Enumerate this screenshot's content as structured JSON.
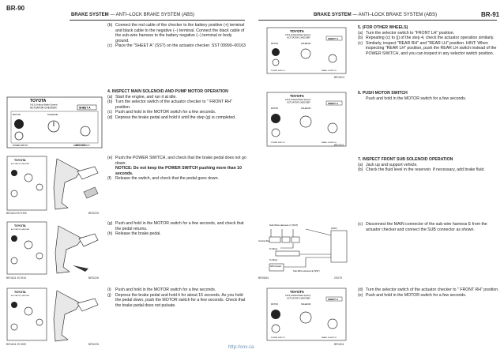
{
  "left": {
    "page_number": "BR-90",
    "header_a": "BRAKE SYSTEM",
    "header_b": " — ANTI–LOCK BRAKE SYSTEM (ABS)",
    "block1": [
      {
        "label": "(b)",
        "text": "Connect the red cable of the checker to the battery positive (+) terminal and black cable to the negative (−) terminal. Connect the black cable of the sub-wire harness to the battery negative (−) terminal or body ground."
      },
      {
        "label": "(c)",
        "text": "Place the \"SHEET A\" (SST) on the actuator checker. SST 09990–00163"
      }
    ],
    "step4_title": "4.  INSPECT MAIN SOLENOID AND PUMP MOTOR OPERATION",
    "step4": [
      {
        "label": "(a)",
        "text": "Start the engine, and run it at idle."
      },
      {
        "label": "(b)",
        "text": "Turn the selector switch of the actuator checker to \" FRONT RH\" position."
      },
      {
        "label": "(c)",
        "text": "Push and hold in the MOTOR switch for a few seconds."
      },
      {
        "label": "(d)",
        "text": "Depress the brake pedal and hold it until the step (g) is completed."
      }
    ],
    "block3": [
      {
        "label": "(e)",
        "text": "Push the POWER SWITCH, and check that the brake pedal does not go down."
      },
      {
        "label": "",
        "text": "NOTICE: Do not keep the POWER SWITCH pushing more than 10 seconds.",
        "note": true
      },
      {
        "label": "(f)",
        "text": "Release the switch, and check that the pedal goes down."
      }
    ],
    "block4": [
      {
        "label": "(g)",
        "text": "Push and hold in the MOTOR switch for a few seconds, and check that the pedal returns."
      },
      {
        "label": "(h)",
        "text": "Release the brake pedal."
      }
    ],
    "block5": [
      {
        "label": "(i)",
        "text": "Push and hold in the MOTOR switch for a few seconds."
      },
      {
        "label": "(j)",
        "text": "Depress the brake pedal and hold it for about 15 seconds. As you hold the pedal down, push the MOTOR switch for a few seconds. Check that the brake pedal does not pulsate."
      }
    ],
    "fig_codes": [
      "BR1811",
      "BR1813 ECH09",
      "BR0225",
      "BR1811 ECH10",
      "BR0226",
      "BR1811 ECH09",
      "BR0225"
    ]
  },
  "right": {
    "page_number": "BR-91",
    "header_a": "BRAKE SYSTEM",
    "header_b": " — ANTI–LOCK BRAKE SYSTEM (ABS)",
    "step5_title": "5.  (FOR OTHER WHEELS)",
    "step5": [
      {
        "label": "(a)",
        "text": "Turn the selector switch to \"FRONT LH\" position."
      },
      {
        "label": "(b)",
        "text": "Repeating (c) to (j) of the step 4, check the actuator operation similarly."
      },
      {
        "label": "(c)",
        "text": "Similarly, inspect \"REAR RH\" and \"REAR LH\" position. HINT: When inspecting \"REAR LH\" position, push the REAR LH switch instead of the POWER SWITCH, and you can inspect in any selector switch position."
      }
    ],
    "step6_title": "6.  PUSH MOTOR SWITCH",
    "step6_text": "Push and hold in the MOTOR switch for a few seconds.",
    "step7_title": "7.  INSPECT FRONT SUB SOLENOID OPERATION",
    "step7": [
      {
        "label": "(a)",
        "text": "Jack up and support vehicle."
      },
      {
        "label": "(b)",
        "text": "Check the fluid level in the reservoir. If necessary, add brake fluid."
      }
    ],
    "block4": [
      {
        "label": "(c)",
        "text": "Disconnect the MAIN connector of the sub-wire harness E from the actuator checker and connect the SUB connector as shown."
      }
    ],
    "block5": [
      {
        "label": "(d)",
        "text": "Turn the selector switch of the actuator checker to \" FRONT RH\" position."
      },
      {
        "label": "(e)",
        "text": "Push and hold in the MOTOR switch for a few seconds."
      }
    ],
    "fig_codes": [
      "BR1813",
      "BR1811",
      "BR0654",
      "20075",
      "BR1811"
    ],
    "wiring": {
      "harness_c": "Sub-Wire Harness C (SST)",
      "sst": "(SST)",
      "control_relay": "Control Relay",
      "to_body_1": "To Body",
      "to_body_2": "To Body",
      "abs_actuator": "ABS Actuator",
      "harness_e": "Sub-Wire Harness E (SST)"
    }
  },
  "checker": {
    "brand": "TOYOTA",
    "subtitle": "A.B.S.(Antilock Brake System)",
    "title": "ACTUATOR CHECKER",
    "sheet": "SHEET A",
    "motor": "MOTOR",
    "solenoid": "SOLENOID",
    "power": "POWER SWITCH",
    "rear_lh": "REAR LH SWITCH"
  },
  "watermark": "http://cnx.ca"
}
